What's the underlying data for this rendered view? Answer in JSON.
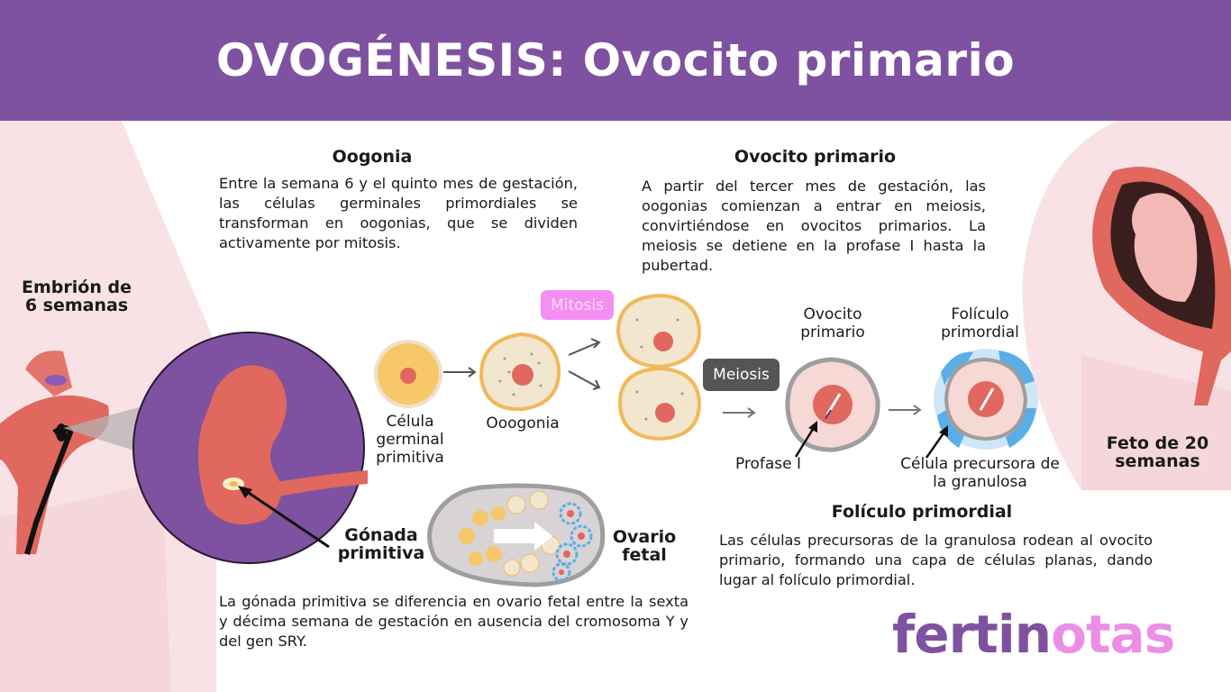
{
  "header": {
    "title": "OVOGÉNESIS: Ovocito primario",
    "bg_color": "#7e52a0"
  },
  "sections": {
    "oogonia": {
      "title": "Oogonia",
      "text": "Entre la semana 6 y el quinto mes de gestación, las células germinales primordiales se transforman en oogonias, que se dividen activamente por mitosis."
    },
    "ovocito_primario": {
      "title": "Ovocito primario",
      "text": "A partir del tercer mes de gestación, las oogonias comienzan a entrar en meiosis, convirtiéndose en ovocitos primarios. La meiosis se detiene en la profase I hasta la pubertad."
    },
    "foliculo_primordial": {
      "title": "Folículo primordial",
      "text": "Las células precursoras de la granulosa rodean al ovocito primario, formando una capa de células planas, dando lugar al folículo primordial."
    },
    "gonada": {
      "text": "La gónada primitiva se diferencia en ovario fetal entre la sexta y décima semana de gestación en ausencia del cromosoma Y y del gen SRY."
    }
  },
  "labels": {
    "embrion": "Embrión de 6 semanas",
    "embrion_l1": "Embrión de",
    "embrion_l2": "6 semanas",
    "feto_l1": "Feto de 20",
    "feto_l2": "semanas",
    "celula_germinal_l1": "Célula",
    "celula_germinal_l2": "germinal",
    "celula_germinal_l3": "primitiva",
    "oogonia_cell": "Ooogonia",
    "ovocito_l1": "Ovocito",
    "ovocito_l2": "primario",
    "foliculo_l1": "Folículo",
    "foliculo_l2": "primordial",
    "profase": "Profase I",
    "granulosa_l1": "Célula precursora de",
    "granulosa_l2": "la granulosa",
    "gonada_l1": "Gónada",
    "gonada_l2": "primitiva",
    "ovario_l1": "Ovario",
    "ovario_l2": "fetal"
  },
  "badges": {
    "mitosis": {
      "label": "Mitosis",
      "bg": "#f58ef2",
      "color": "#fbe0fb"
    },
    "meiosis": {
      "label": "Meiosis",
      "bg": "#555555",
      "color": "#ffffff"
    }
  },
  "logo": {
    "part1": "fertin",
    "part2": "otas",
    "color1": "#7e52a0",
    "color2": "#ec8ee6"
  },
  "colors": {
    "pink_bg": "#f8e1e5",
    "cell_yellow": "#f7c86a",
    "cell_orange": "#f2b85a",
    "nucleus": "#e0685e",
    "granulosa_blue": "#5aaee8"
  }
}
